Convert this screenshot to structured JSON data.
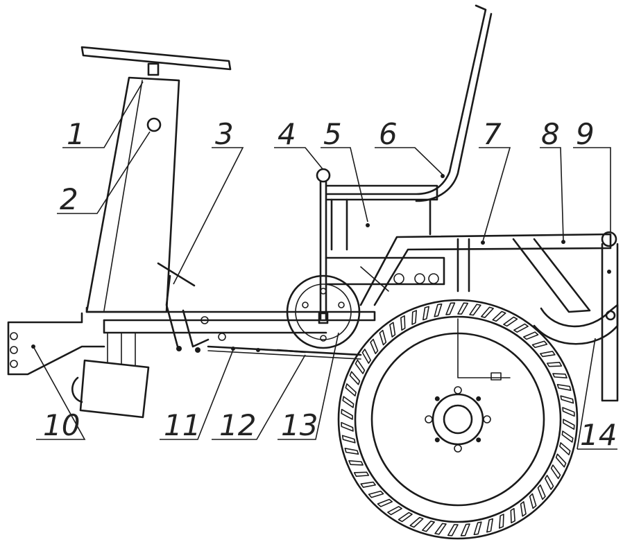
{
  "callouts": [
    {
      "id": "1",
      "text": "1"
    },
    {
      "id": "2",
      "text": "2"
    },
    {
      "id": "3",
      "text": "3"
    },
    {
      "id": "4",
      "text": "4"
    },
    {
      "id": "5",
      "text": "5"
    },
    {
      "id": "6",
      "text": "6"
    },
    {
      "id": "7",
      "text": "7"
    },
    {
      "id": "8",
      "text": "8"
    },
    {
      "id": "9",
      "text": "9"
    },
    {
      "id": "10",
      "text": "10"
    },
    {
      "id": "11",
      "text": "11"
    },
    {
      "id": "12",
      "text": "12"
    },
    {
      "id": "13",
      "text": "13"
    },
    {
      "id": "14",
      "text": "14"
    }
  ],
  "colors": {
    "line": "#1a1a1a",
    "background": "#ffffff",
    "label": "#222222"
  }
}
